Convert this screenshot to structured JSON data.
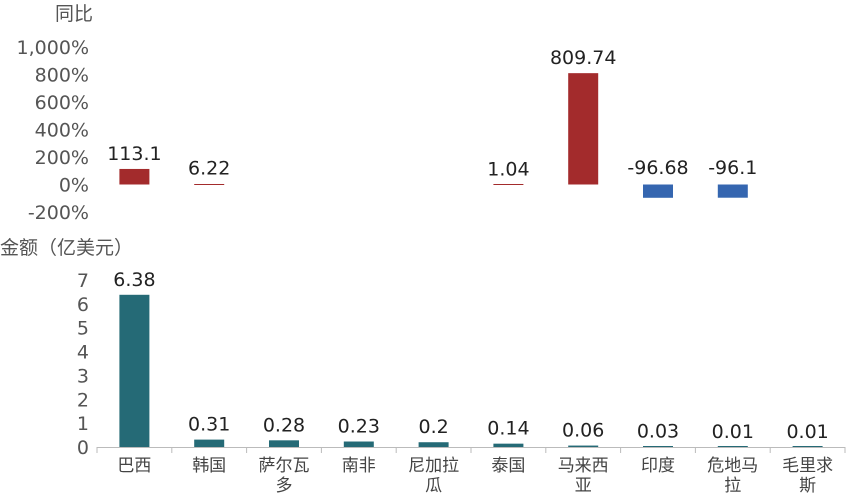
{
  "chart_data": [
    {
      "type": "bar",
      "title": "同比",
      "categories": [
        "巴西",
        "韩国",
        "萨尔瓦多",
        "南非",
        "尼加拉瓜",
        "泰国",
        "马来西亚",
        "印度",
        "危地马拉",
        "毛里求斯"
      ],
      "values": [
        113.1,
        6.22,
        null,
        null,
        null,
        1.04,
        809.74,
        -96.68,
        -96.1,
        null
      ],
      "data_labels": [
        "113.1",
        "6.22",
        "",
        "",
        "",
        "1.04",
        "809.74",
        "-96.68",
        "-96.1",
        ""
      ],
      "yticks": [
        "1,000%",
        "800%",
        "600%",
        "400%",
        "200%",
        "0%",
        "-200%"
      ],
      "ylim": [
        -200,
        1000
      ],
      "colors": {
        "positive": "#a32b2c",
        "negative": "#3566b0"
      }
    },
    {
      "type": "bar",
      "title": "金额（亿美元）",
      "categories": [
        "巴西",
        "韩国",
        "萨尔瓦多",
        "南非",
        "尼加拉瓜",
        "泰国",
        "马来西亚",
        "印度",
        "危地马拉",
        "毛里求斯"
      ],
      "category_lines": [
        [
          "巴西"
        ],
        [
          "韩国"
        ],
        [
          "萨尔瓦",
          "多"
        ],
        [
          "南非"
        ],
        [
          "尼加拉",
          "瓜"
        ],
        [
          "泰国"
        ],
        [
          "马来西",
          "亚"
        ],
        [
          "印度"
        ],
        [
          "危地马",
          "拉"
        ],
        [
          "毛里求",
          "斯"
        ]
      ],
      "values": [
        6.38,
        0.31,
        0.28,
        0.23,
        0.2,
        0.14,
        0.06,
        0.03,
        0.01,
        0.01
      ],
      "data_labels": [
        "6.38",
        "0.31",
        "0.28",
        "0.23",
        "0.2",
        "0.14",
        "0.06",
        "0.03",
        "0.01",
        "0.01"
      ],
      "yticks": [
        "7",
        "6",
        "5",
        "4",
        "3",
        "2",
        "1",
        "0"
      ],
      "ylim": [
        0,
        7
      ],
      "colors": {
        "bar": "#256a76"
      }
    }
  ]
}
